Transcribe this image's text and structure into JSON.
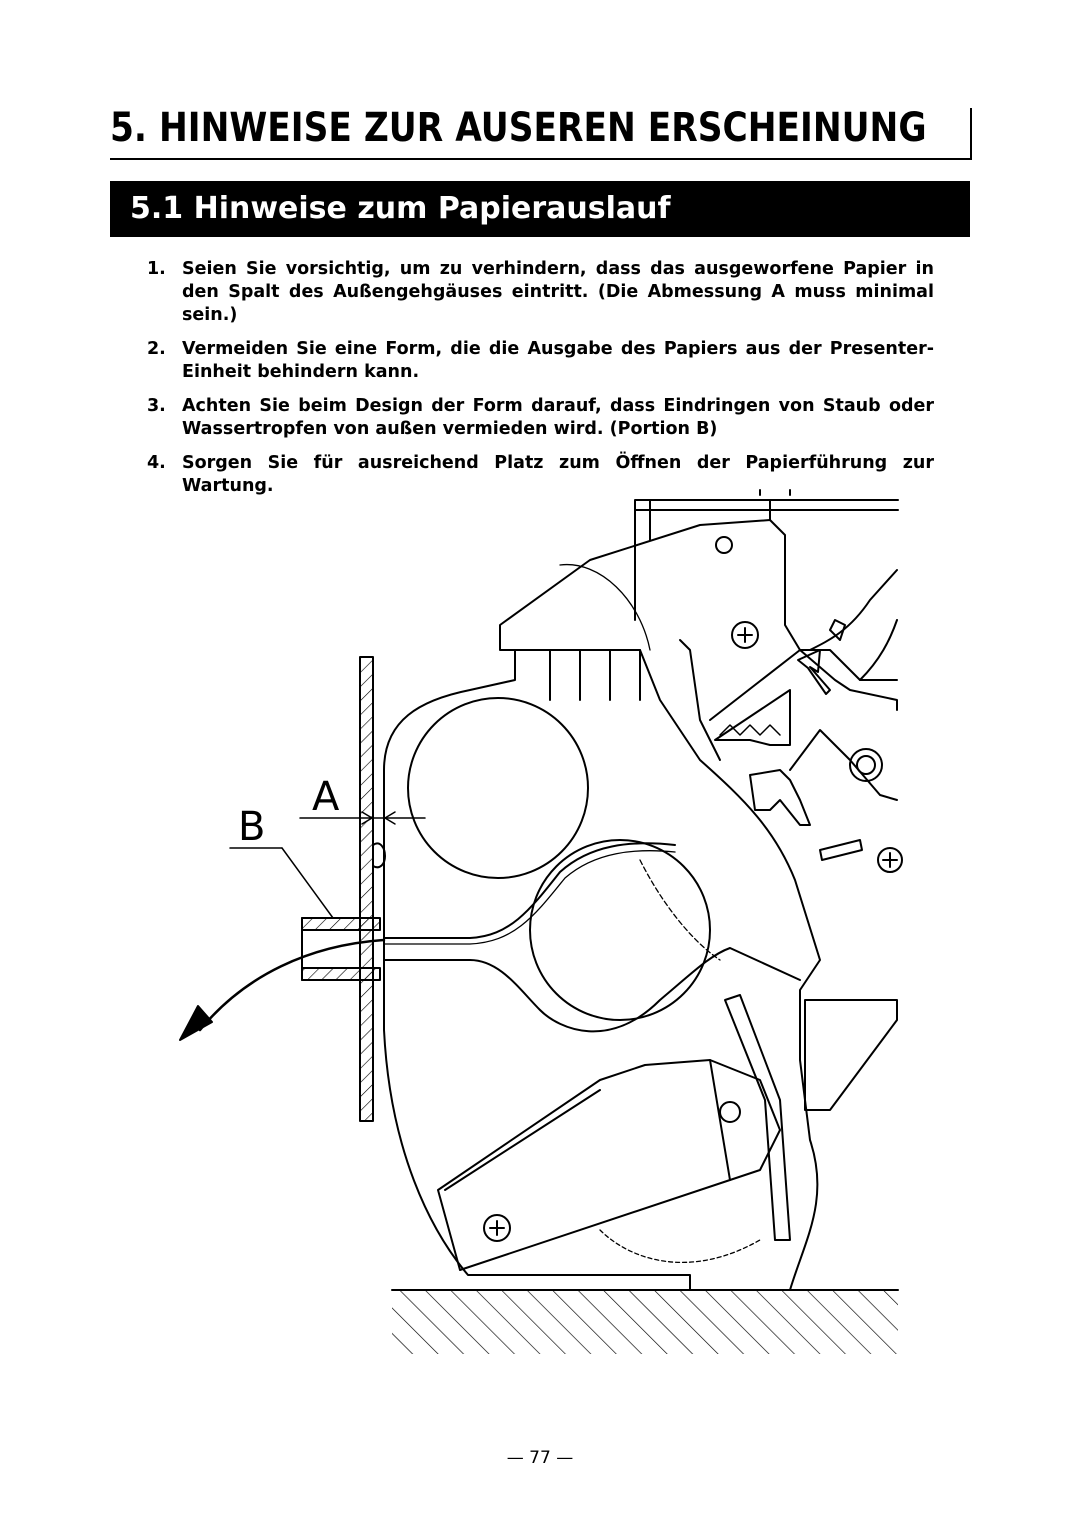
{
  "chapter": {
    "title": "5.  HINWEISE ZUR AUSEREN ERSCHEINUNG"
  },
  "section": {
    "title": "5.1  Hinweise zum Papierauslauf"
  },
  "items": [
    {
      "num": "1.",
      "text": "Seien Sie vorsichtig, um zu verhindern, dass das ausgeworfene Papier in den Spalt des Außengehgäuses eintritt.  (Die Abmessung A muss minimal sein.)"
    },
    {
      "num": "2.",
      "text": "Vermeiden Sie eine Form, die die Ausgabe des Papiers aus der Presenter-Einheit behindern kann."
    },
    {
      "num": "3.",
      "text": "Achten Sie beim Design der Form darauf, dass Eindringen von Staub oder Wassertropfen von außen vermieden wird.  (Portion B)"
    },
    {
      "num": "4.",
      "text": "Sorgen Sie für ausreichend Platz zum Öffnen der Papierführung zur Wartung."
    }
  ],
  "figure": {
    "label_a": "A",
    "label_b": "B"
  },
  "footer": {
    "page": "— 77 —"
  }
}
